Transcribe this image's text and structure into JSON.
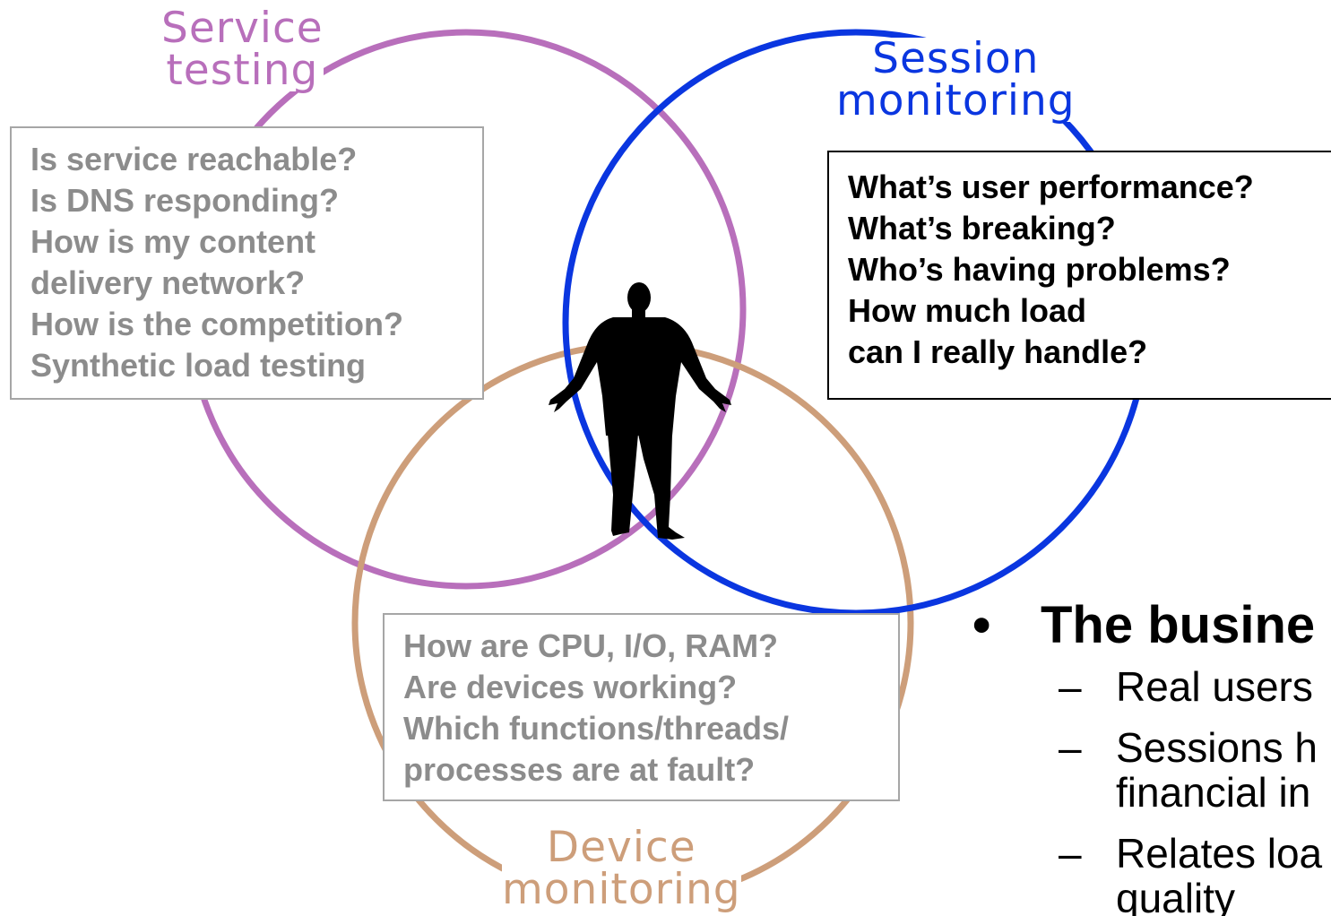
{
  "circles": {
    "service": {
      "title_line1": "Service",
      "title_line2": "testing",
      "color": "#b86fbb",
      "questions": [
        "Is service reachable?",
        "Is DNS responding?",
        "How is my content",
        "delivery network?",
        "How is the competition?",
        "Synthetic load testing"
      ]
    },
    "session": {
      "title_line1": "Session",
      "title_line2": "monitoring",
      "color": "#0a36e0",
      "questions": [
        "What’s user performance?",
        "What’s breaking?",
        "Who’s having problems?",
        "How much load",
        "can I really handle?"
      ]
    },
    "device": {
      "title_line1": "Device",
      "title_line2": "monitoring",
      "color": "#cd9e7a",
      "questions": [
        "How are CPU, I/O, RAM?",
        "Are devices working?",
        "Which functions/threads/",
        "processes are at fault?"
      ]
    }
  },
  "bullets": {
    "bullet_mark": "•",
    "dash_mark": "–",
    "heading": "The busine",
    "items": [
      "Real users",
      "Sessions h",
      "financial in",
      "Relates loa",
      "quality"
    ]
  },
  "icons": {
    "figure": "person-shrugging-silhouette-icon"
  }
}
